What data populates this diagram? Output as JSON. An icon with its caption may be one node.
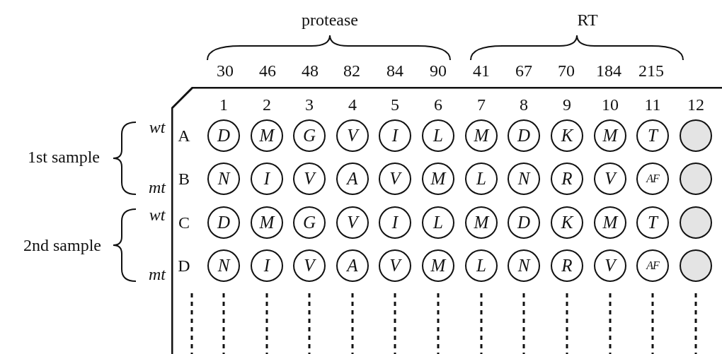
{
  "diagram": {
    "nodes": [
      {
        "text": [],
        "shape": "box"
      },
      {
        "text": [
          "D"
        ],
        "in": 0
      },
      {
        "text": [
          "M"
        ],
        "in": 0
      },
      {
        "text": [
          "G"
        ],
        "in": 0
      },
      {
        "text": [
          "V"
        ],
        "in": 0
      },
      {
        "text": [
          "I"
        ],
        "in": 0
      },
      {
        "text": [
          "L"
        ],
        "in": 0
      },
      {
        "text": [
          "M"
        ],
        "in": 0
      },
      {
        "text": [
          "D"
        ],
        "in": 0
      },
      {
        "text": [
          "K"
        ],
        "in": 0
      },
      {
        "text": [
          "M"
        ],
        "in": 0
      },
      {
        "text": [
          "T"
        ],
        "in": 0
      },
      {
        "text": [],
        "shape": "circle",
        "in": 0
      },
      {
        "text": [
          "N"
        ],
        "in": 0
      },
      {
        "text": [
          "I"
        ],
        "in": 0
      },
      {
        "text": [
          "V"
        ],
        "in": 0
      },
      {
        "text": [
          "A"
        ],
        "in": 0
      },
      {
        "text": [
          "V"
        ],
        "in": 0
      },
      {
        "text": [
          "M"
        ],
        "in": 0
      },
      {
        "text": [
          "L"
        ],
        "in": 0
      },
      {
        "text": [
          "N"
        ],
        "in": 0
      },
      {
        "text": [
          "R"
        ],
        "in": 0
      },
      {
        "text": [
          "V"
        ],
        "in": 0
      },
      {
        "text": [
          "AF"
        ],
        "in": 0
      },
      {
        "text": [],
        "shape": "circle",
        "in": 0
      },
      {
        "text": [
          "D"
        ],
        "in": 0
      },
      {
        "text": [
          "M"
        ],
        "in": 0
      },
      {
        "text": [
          "G"
        ],
        "in": 0
      },
      {
        "text": [
          "V"
        ],
        "in": 0
      },
      {
        "text": [
          "I"
        ],
        "in": 0
      },
      {
        "text": [
          "L"
        ],
        "in": 0
      },
      {
        "text": [
          "M"
        ],
        "in": 0
      },
      {
        "text": [
          "D"
        ],
        "in": 0
      },
      {
        "text": [
          "K"
        ],
        "in": 0
      },
      {
        "text": [
          "M"
        ],
        "in": 0
      },
      {
        "text": [
          "T"
        ],
        "in": 0
      },
      {
        "text": [],
        "shape": "circle",
        "in": 0
      },
      {
        "text": [
          "N"
        ],
        "in": 0
      },
      {
        "text": [
          "I"
        ],
        "in": 0
      },
      {
        "text": [
          "V"
        ],
        "in": 0
      },
      {
        "text": [
          "A"
        ],
        "in": 0
      },
      {
        "text": [
          "V"
        ],
        "in": 0
      },
      {
        "text": [
          "M"
        ],
        "in": 0
      },
      {
        "text": [
          "L"
        ],
        "in": 0
      },
      {
        "text": [
          "N"
        ],
        "in": 0
      },
      {
        "text": [
          "R"
        ],
        "in": 0
      },
      {
        "text": [
          "V"
        ],
        "in": 0
      },
      {
        "text": [
          "AF"
        ],
        "in": 0
      },
      {
        "text": [],
        "shape": "circle",
        "in": 0
      }
    ],
    "labels": [
      "protease",
      "RT",
      "30",
      "46",
      "48",
      "82",
      "84",
      "90",
      "41",
      "67",
      "70",
      "184",
      "215",
      "1",
      "2",
      "3",
      "4",
      "5",
      "6",
      "7",
      "8",
      "9",
      "10",
      "11",
      "12",
      "wt",
      "A",
      "1st sample",
      "mt",
      "B",
      "wt",
      "C",
      "2nd sample",
      "mt",
      "D"
    ]
  }
}
